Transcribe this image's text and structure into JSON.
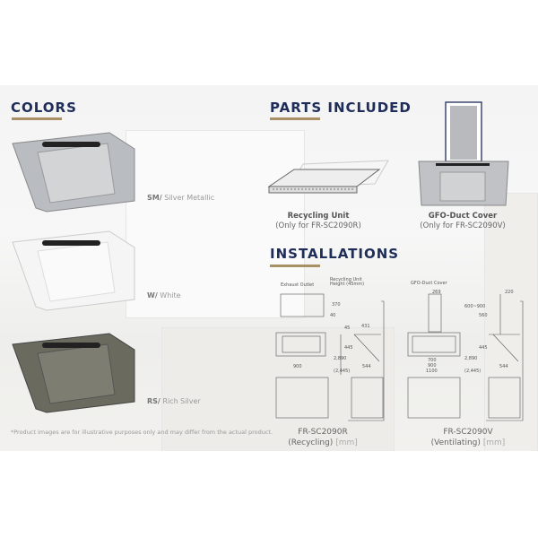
{
  "colors": {
    "title": "COLORS",
    "items": [
      {
        "code": "SM/",
        "name": "Silver Metallic",
        "color": "#b9bcc0"
      },
      {
        "code": "W/",
        "name": "White",
        "color": "#f4f4f4"
      },
      {
        "code": "RS/",
        "name": "Rich Silver",
        "color": "#6b6a5e"
      }
    ],
    "note": "*Product images are for illustrative purposes only and may differ from the actual product."
  },
  "parts": {
    "title": "PARTS INCLUDED",
    "items": [
      {
        "name": "Recycling Unit",
        "sub": "(Only for FR-SC2090R)"
      },
      {
        "name": "GFO-Duct Cover",
        "sub": "(Only for FR-SC2090V)"
      }
    ]
  },
  "installations": {
    "title": "INSTALLATIONS",
    "models": [
      {
        "model": "FR-SC2090R",
        "type": "(Recycling)",
        "unit": "[mm]"
      },
      {
        "model": "FR-SC2090V",
        "type": "(Ventilating)",
        "unit": "[mm]"
      }
    ],
    "recycling_labels": {
      "exhaust": "Exhaust Outlet",
      "unit_height": "Recycling Unit",
      "unit_height2": "Height (45mm)",
      "d370": "370",
      "d40": "40",
      "d900": "900",
      "d45": "45",
      "d431": "431",
      "d445": "445",
      "d544": "544",
      "d2890": "2,890",
      "d2445": "(2,445)"
    },
    "ventilating_labels": {
      "duct": "GFO-Duct Cover",
      "d269": "269",
      "d220": "220",
      "d700": "700",
      "d900": "900",
      "d1100": "1100",
      "d560": "560",
      "d600_900": "600~900",
      "d445": "445",
      "d544": "544",
      "d2890": "2,890",
      "d2445": "(2,445)"
    }
  },
  "accent": "#1f2d5a",
  "underline": "#a89064"
}
